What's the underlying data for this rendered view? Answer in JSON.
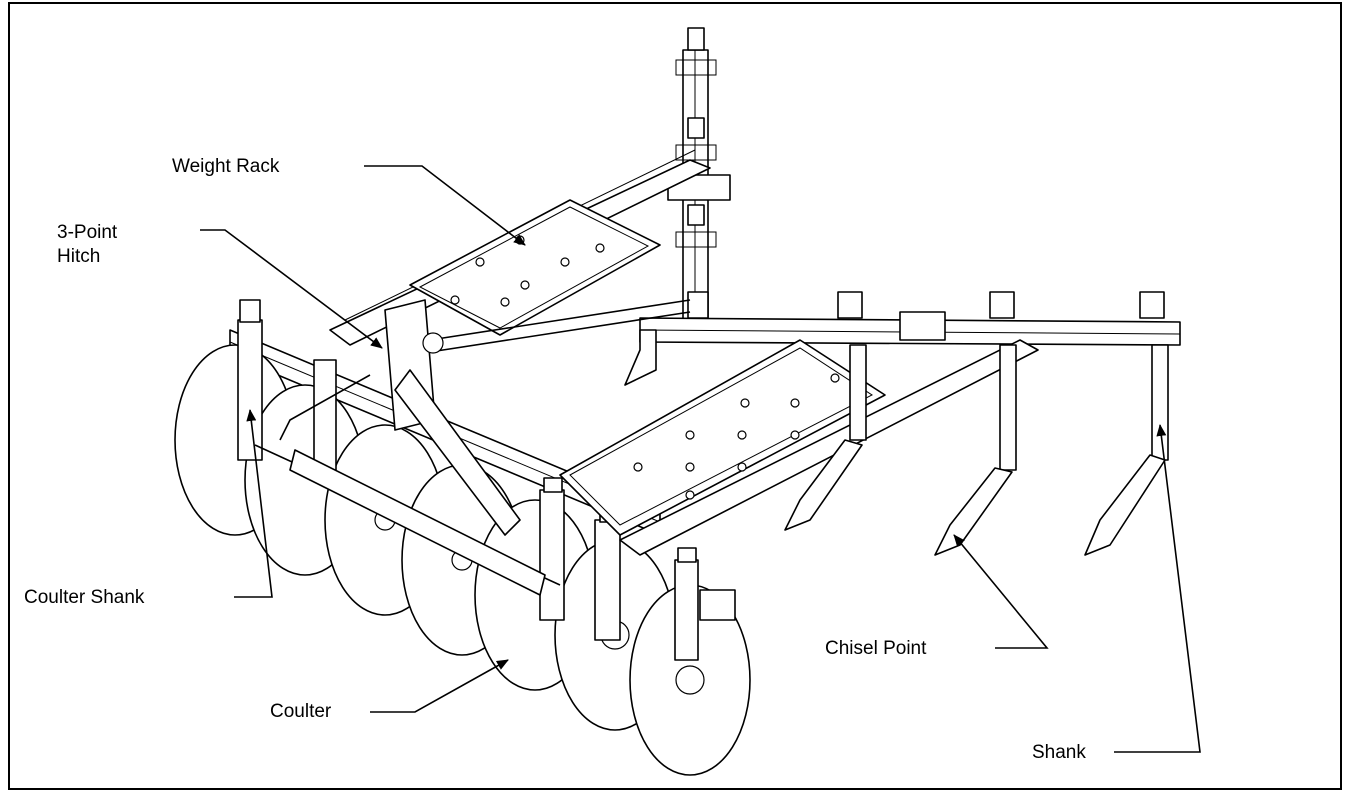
{
  "labels": {
    "weight_rack": "Weight Rack",
    "hitch_line1": "3-Point",
    "hitch_line2": "Hitch",
    "coulter_shank": "Coulter Shank",
    "coulter": "Coulter",
    "chisel_point": "Chisel Point",
    "shank": "Shank"
  },
  "colors": {
    "line": "#000000",
    "background": "#ffffff"
  }
}
